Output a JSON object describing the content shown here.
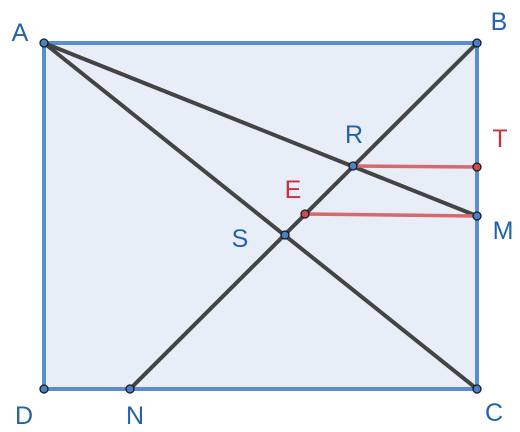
{
  "figure": {
    "colors": {
      "rectangle_fill": "#e8eef8",
      "rectangle_stroke": "#5b8fcb",
      "segment": "#444444",
      "highlight_segment": "#d6686e",
      "point_blue": "#4a80c9",
      "point_red": "#d04a52",
      "label_blue": "#2462a8",
      "label_red": "#c8333c"
    },
    "points": [
      {
        "name": "A",
        "color": "blue"
      },
      {
        "name": "B",
        "color": "blue"
      },
      {
        "name": "C",
        "color": "blue"
      },
      {
        "name": "D",
        "color": "blue"
      },
      {
        "name": "N",
        "color": "blue"
      },
      {
        "name": "M",
        "color": "blue"
      },
      {
        "name": "R",
        "color": "blue"
      },
      {
        "name": "S",
        "color": "blue"
      },
      {
        "name": "E",
        "color": "red"
      },
      {
        "name": "T",
        "color": "red"
      }
    ],
    "polygon": [
      "A",
      "B",
      "C",
      "D"
    ],
    "segments": [
      {
        "from": "A",
        "to": "C",
        "style": "dark"
      },
      {
        "from": "A",
        "to": "M",
        "style": "dark"
      },
      {
        "from": "N",
        "to": "B",
        "style": "dark"
      },
      {
        "from": "R",
        "to": "T",
        "style": "red"
      },
      {
        "from": "E",
        "to": "M",
        "style": "red"
      }
    ]
  }
}
